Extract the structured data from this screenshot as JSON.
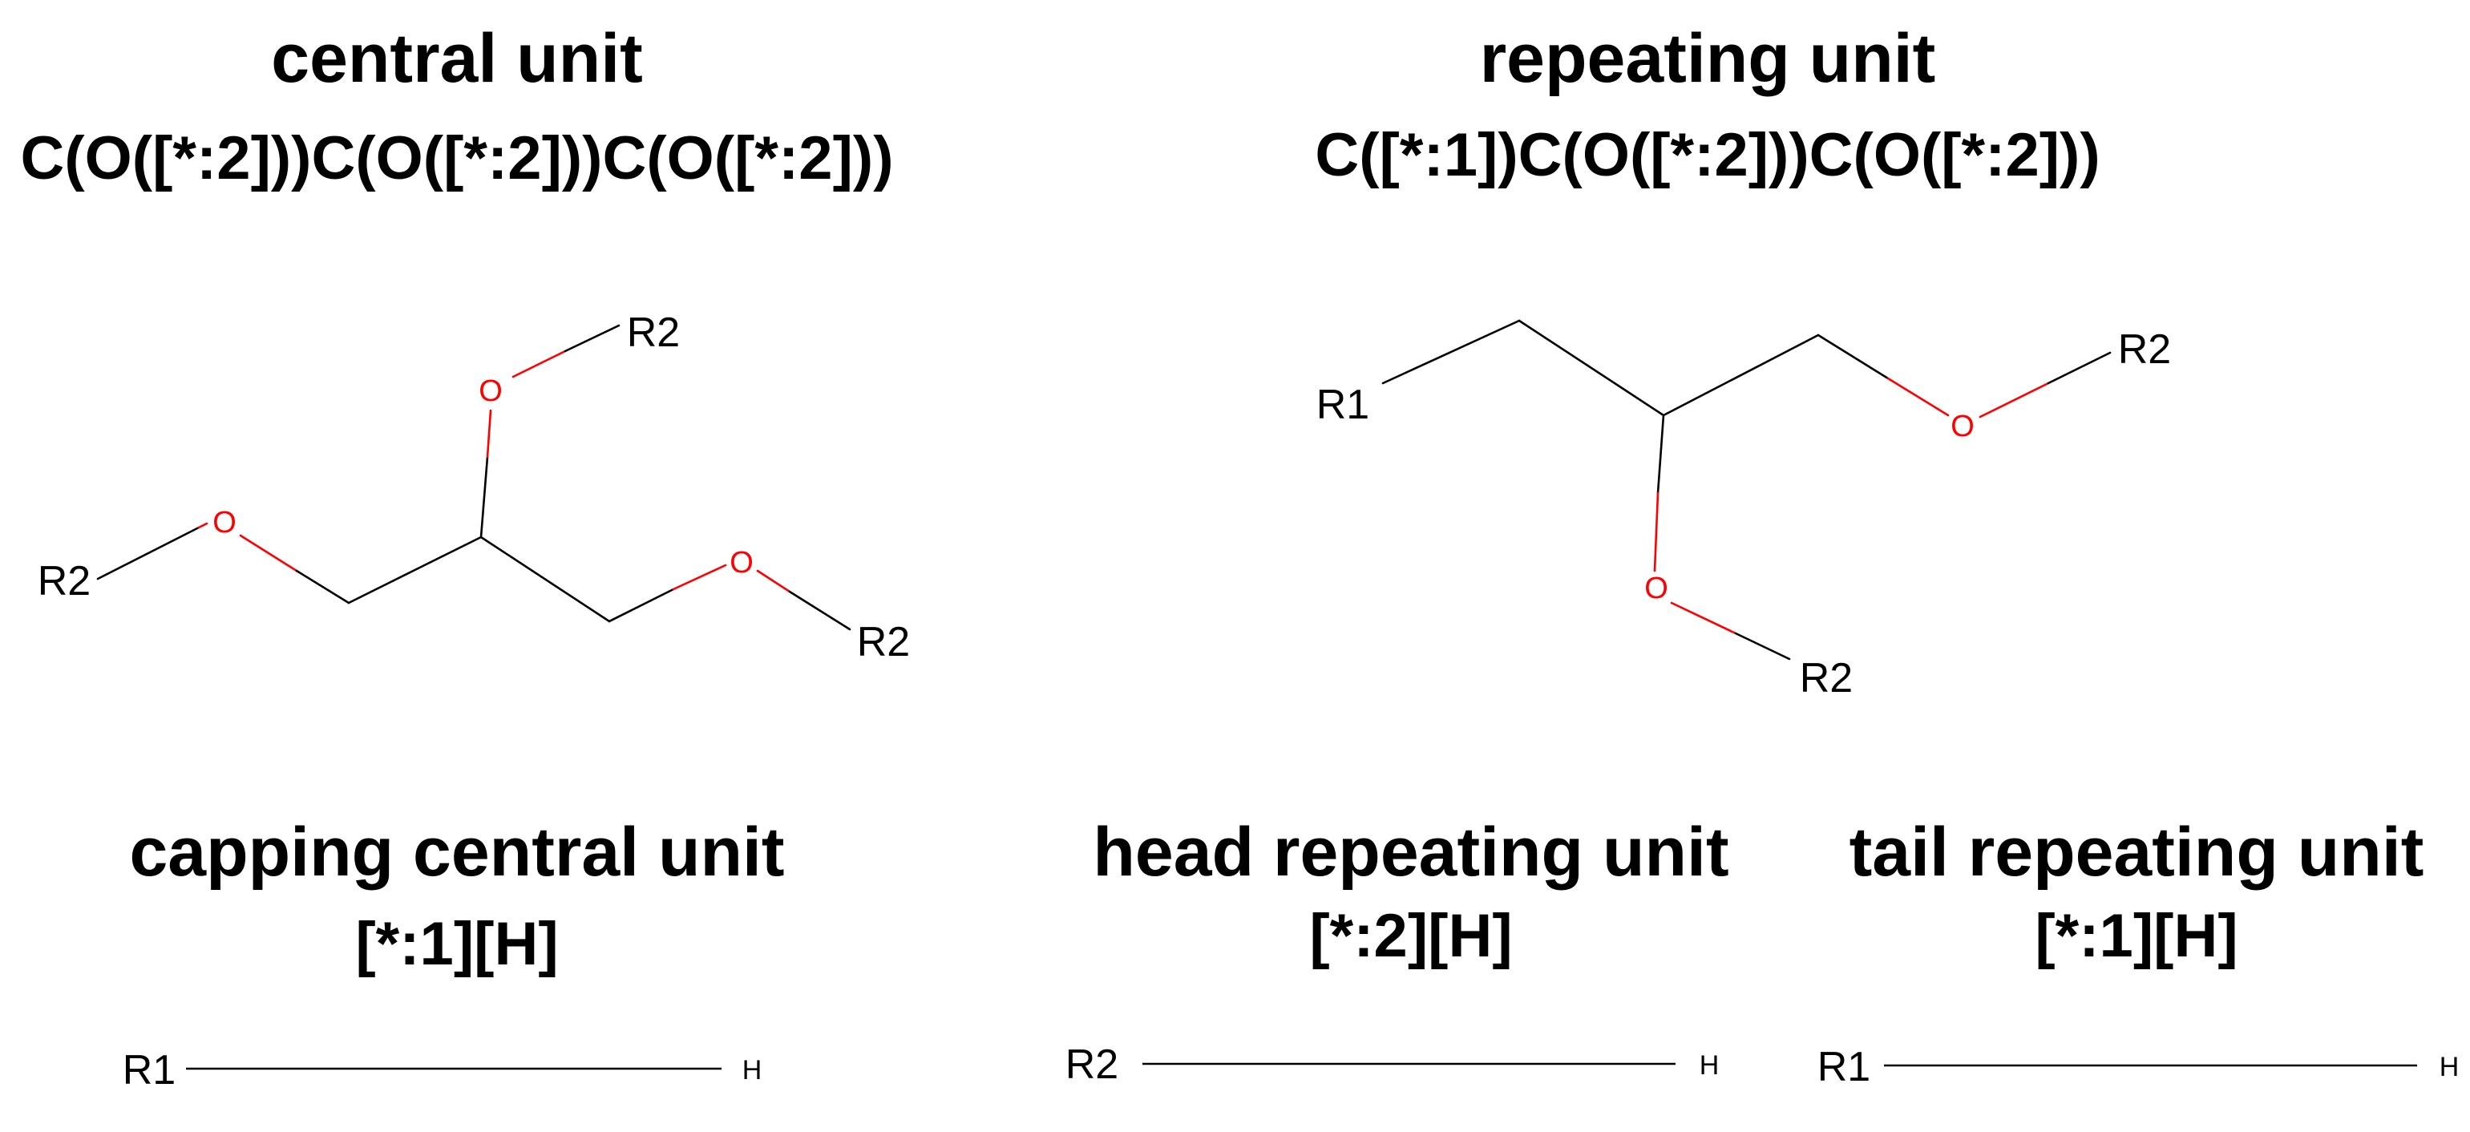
{
  "colors": {
    "bond": "#000000",
    "oxygen": "#ff0000",
    "text": "#000000",
    "background": "#ffffff"
  },
  "central_unit": {
    "title": "central unit",
    "smiles": "C(O([*:2]))C(O([*:2]))C(O([*:2]))",
    "atoms": {
      "o_top": "O",
      "o_left": "O",
      "o_right": "O",
      "r_top": "R2",
      "r_left": "R2",
      "r_right": "R2"
    }
  },
  "repeating_unit": {
    "title": "repeating unit",
    "smiles": "C([*:1])C(O([*:2]))C(O([*:2]))",
    "atoms": {
      "r1": "R1",
      "o_right": "O",
      "o_bottom": "O",
      "r_right": "R2",
      "r_bottom": "R2"
    }
  },
  "capping_central_unit": {
    "title": "capping central unit",
    "smiles": "[*:1][H]",
    "atoms": {
      "r": "R1",
      "h": "H"
    }
  },
  "head_repeating_unit": {
    "title": "head repeating unit",
    "smiles": "[*:2][H]",
    "atoms": {
      "r": "R2",
      "h": "H"
    }
  },
  "tail_repeating_unit": {
    "title": "tail repeating unit",
    "smiles": "[*:1][H]",
    "atoms": {
      "r": "R1",
      "h": "H"
    }
  }
}
